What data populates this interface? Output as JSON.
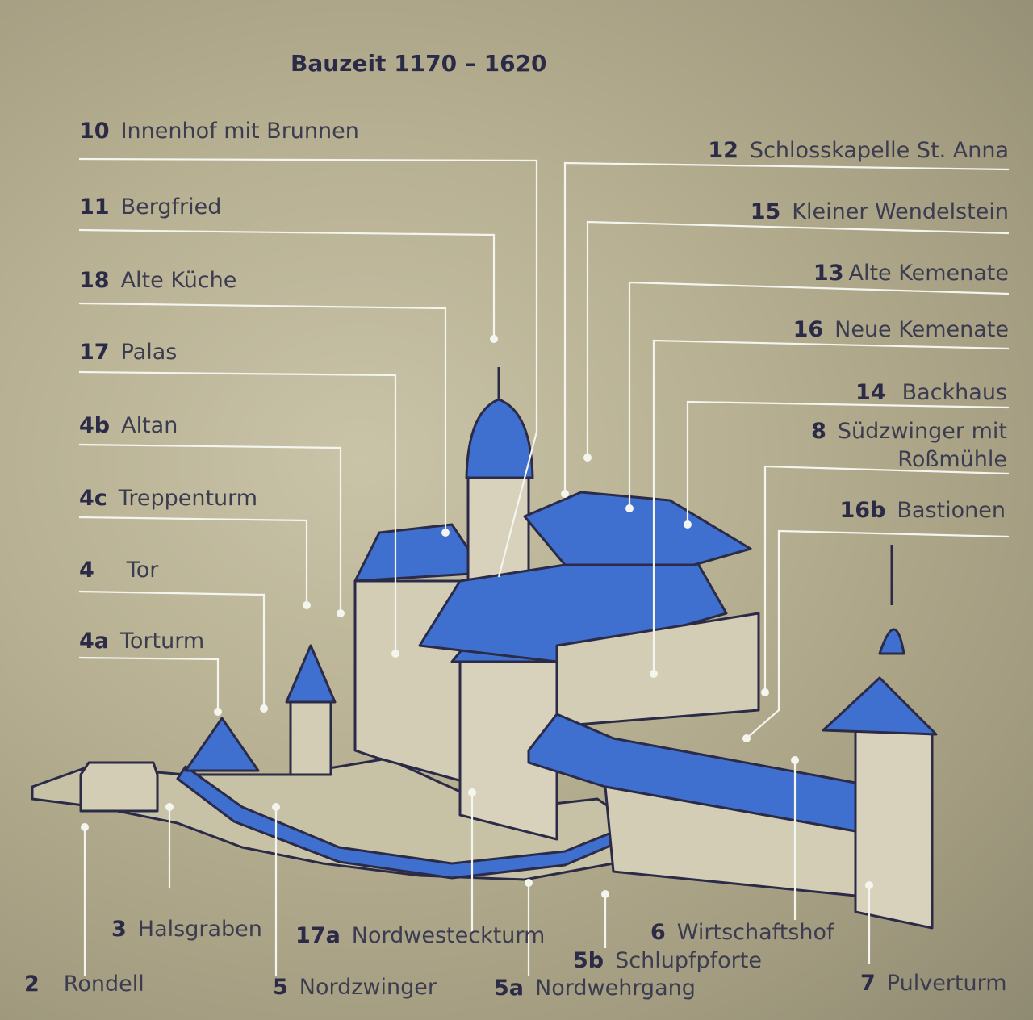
{
  "title": "Bauzeit 1170 – 1620",
  "colors": {
    "roof_blue": "#3f6fcf",
    "line_white": "#f5f5f0",
    "ink": "#2b2b48",
    "wall_light": "#cfc9b2"
  },
  "labels": {
    "l10": {
      "num": "10",
      "text": "Innenhof mit Brunnen"
    },
    "l11": {
      "num": "11",
      "text": "Bergfried"
    },
    "l18": {
      "num": "18",
      "text": "Alte Küche"
    },
    "l17": {
      "num": "17",
      "text": "Palas"
    },
    "l4b": {
      "num": "4b",
      "text": "Altan"
    },
    "l4c": {
      "num": "4c",
      "text": "Treppenturm"
    },
    "l4": {
      "num": "4",
      "text": "Tor"
    },
    "l4a": {
      "num": "4a",
      "text": "Torturm"
    },
    "l12": {
      "num": "12",
      "text": "Schlosskapelle St. Anna"
    },
    "l15": {
      "num": "15",
      "text": "Kleiner Wendelstein"
    },
    "l13": {
      "num": "13",
      "text": "Alte Kemenate"
    },
    "l16": {
      "num": "16",
      "text": "Neue Kemenate"
    },
    "l14": {
      "num": "14",
      "text": "Backhaus"
    },
    "l8": {
      "num": "8",
      "text": "Südzwinger mit",
      "text2": "Roßmühle"
    },
    "l16b": {
      "num": "16b",
      "text": "Bastionen"
    },
    "l3": {
      "num": "3",
      "text": "Halsgraben"
    },
    "l17a": {
      "num": "17a",
      "text": "Nordwesteckturm"
    },
    "l6": {
      "num": "6",
      "text": "Wirtschaftshof"
    },
    "l5b": {
      "num": "5b",
      "text": "Schlupfpforte"
    },
    "l2": {
      "num": "2",
      "text": "Rondell"
    },
    "l5": {
      "num": "5",
      "text": "Nordzwinger"
    },
    "l5a": {
      "num": "5a",
      "text": "Nordwehrgang"
    },
    "l7": {
      "num": "7",
      "text": "Pulverturm"
    }
  }
}
